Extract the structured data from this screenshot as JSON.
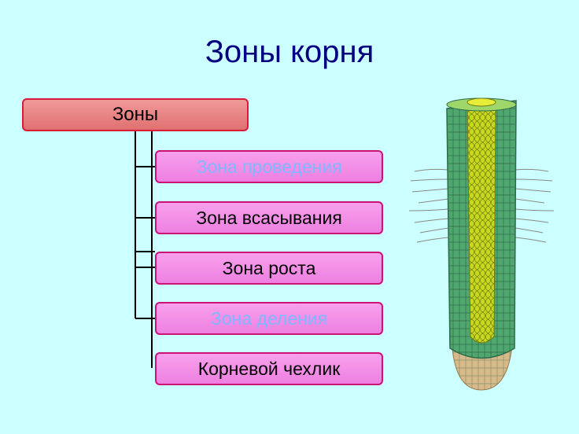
{
  "title": "Зоны корня",
  "root": {
    "label": "Зоны"
  },
  "zones": [
    {
      "label": "Зона проведения",
      "link": true
    },
    {
      "label": "Зона всасывания",
      "link": false
    },
    {
      "label": "Зона роста",
      "link": false
    },
    {
      "label": "Зона деления",
      "link": true
    },
    {
      "label": "Корневой чехлик",
      "link": false
    }
  ],
  "colors": {
    "background": "#CCFFFF",
    "title": "#000080",
    "root_box_fill": "#E88080",
    "root_box_border": "#D91A3A",
    "zone_box_fill": "#F08CE6",
    "zone_box_border": "#CC1177",
    "hyperlink_text": "#80B8FF"
  },
  "illustration": {
    "subject": "root-tip-cross-section-illustration"
  }
}
